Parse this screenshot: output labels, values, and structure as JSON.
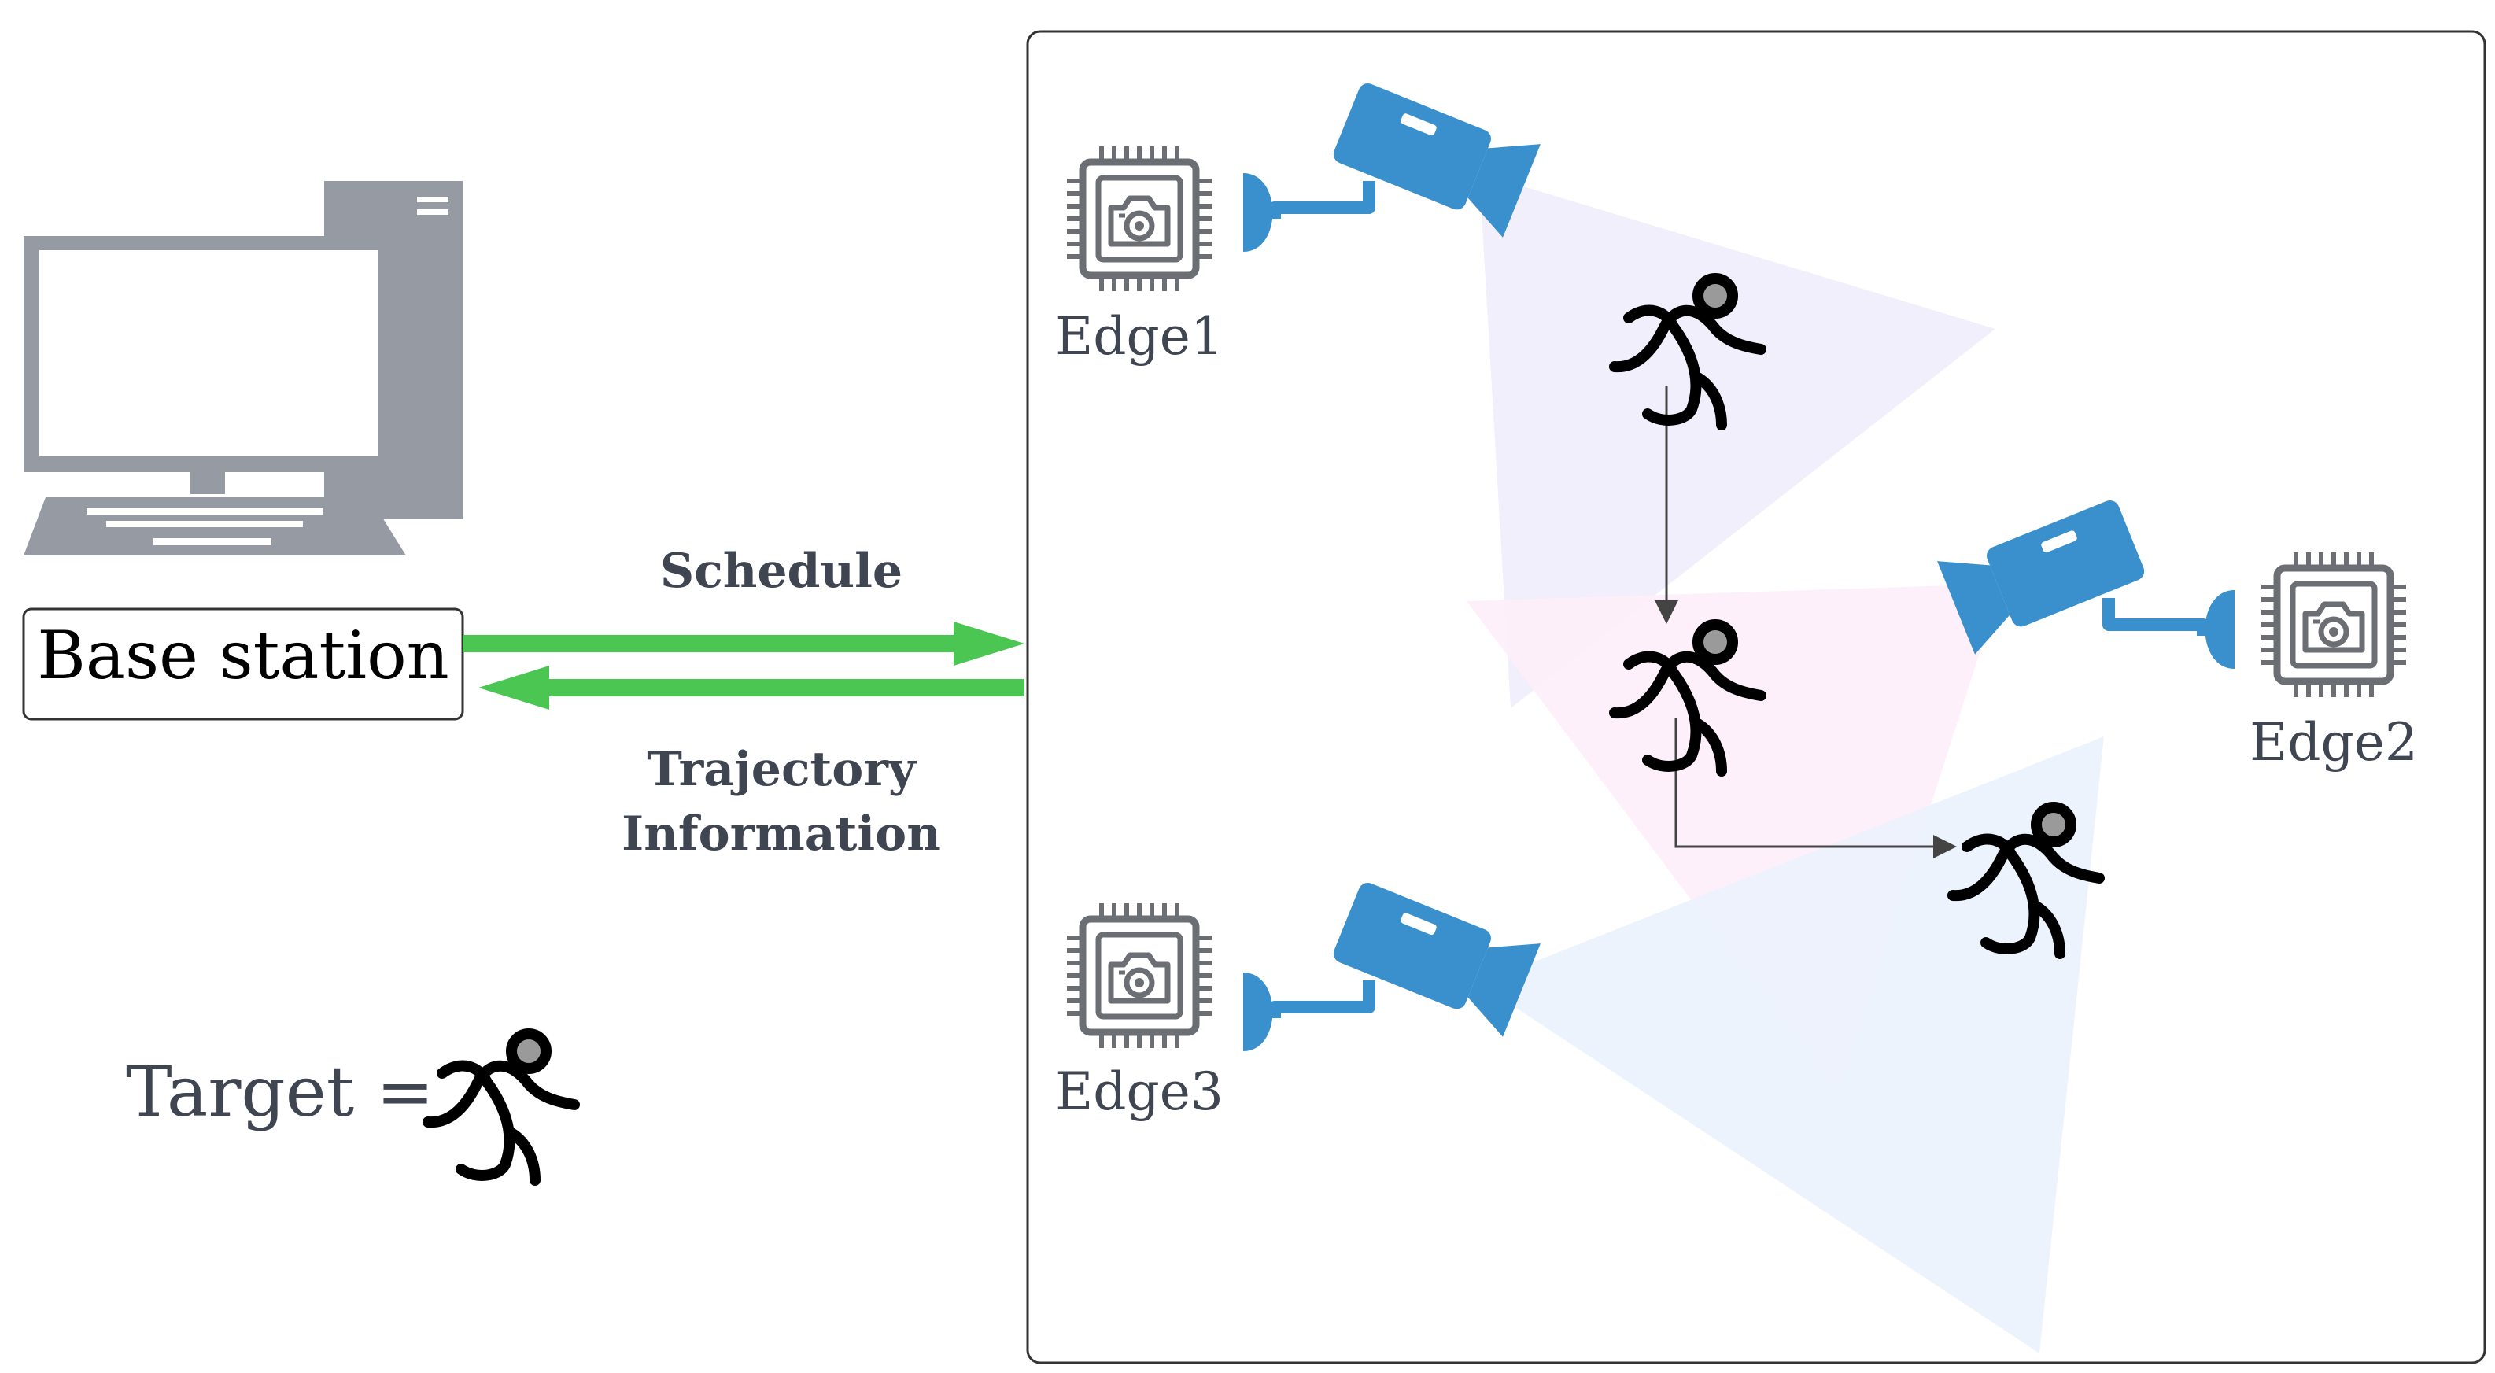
{
  "base_station": {
    "label": "Base station"
  },
  "arrows": {
    "top_label": "Schedule",
    "bottom_label_line1": "Trajectory",
    "bottom_label_line2": "Information"
  },
  "legend": {
    "label": "Target ="
  },
  "edges": [
    {
      "label": "Edge1"
    },
    {
      "label": "Edge2"
    },
    {
      "label": "Edge3"
    }
  ],
  "colors": {
    "arrow": "#4cc653",
    "camera": "#3a8fcd",
    "device": "#969aa2",
    "chip": "#6b6e72",
    "text_gray": "#3f4551",
    "fov_1": "#f0effb",
    "fov_2": "#fdeefa",
    "fov_3": "#ecf2fd"
  }
}
